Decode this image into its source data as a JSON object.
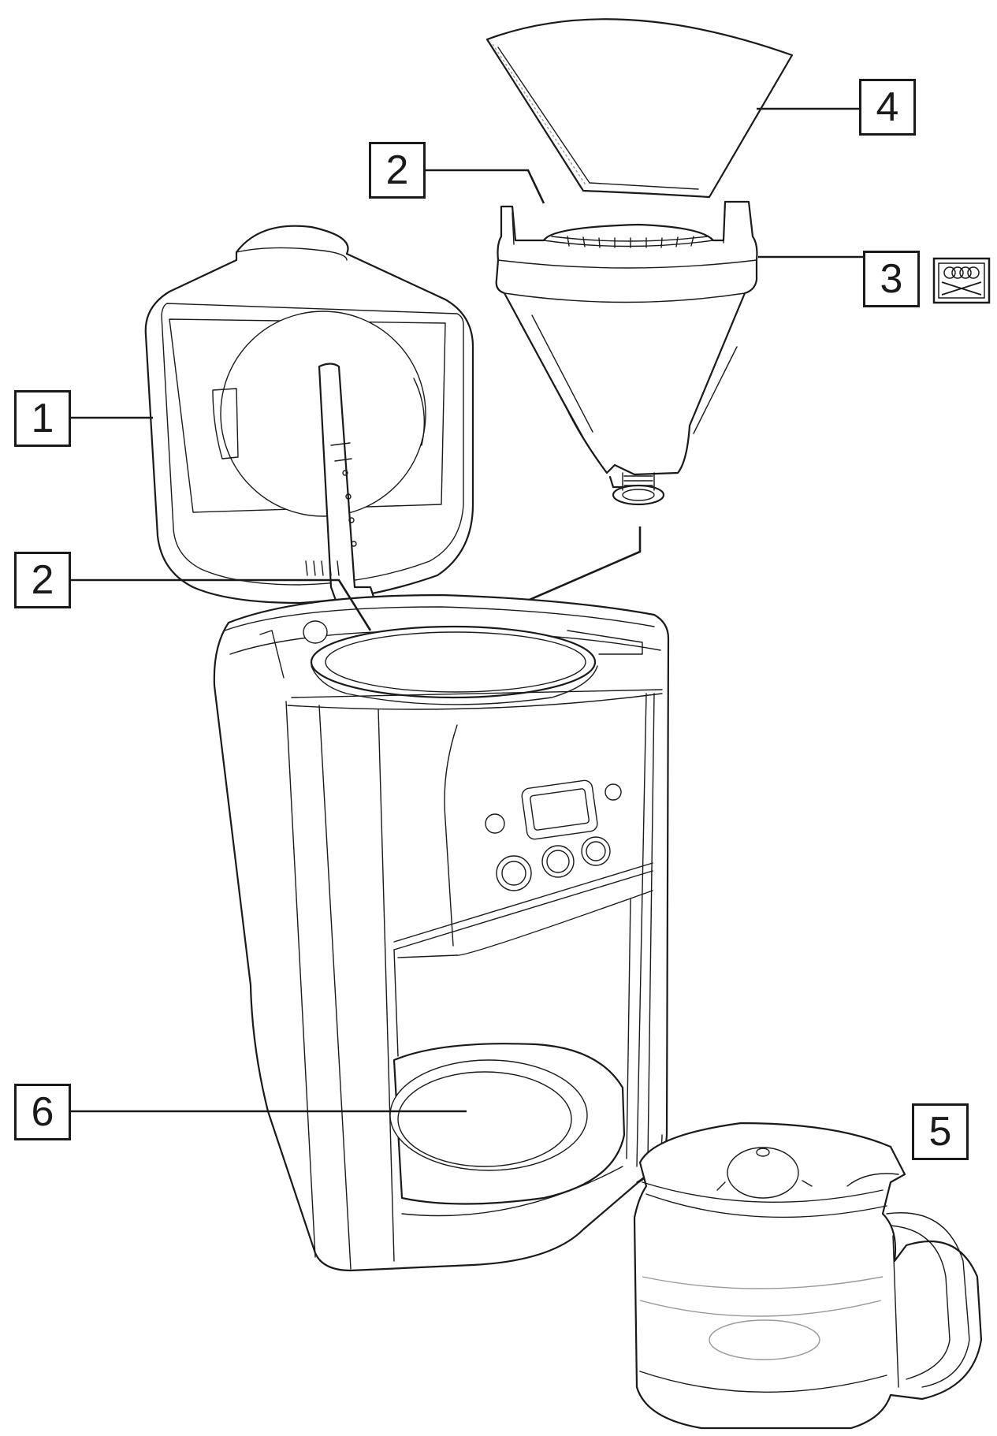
{
  "callouts": [
    {
      "id": "1",
      "label": "1"
    },
    {
      "id": "2a",
      "label": "2"
    },
    {
      "id": "2b",
      "label": "2"
    },
    {
      "id": "3",
      "label": "3"
    },
    {
      "id": "4",
      "label": "4"
    },
    {
      "id": "5",
      "label": "5"
    },
    {
      "id": "6",
      "label": "6"
    }
  ],
  "icons": {
    "dishwasher_safe": "dishwasher-safe-icon"
  },
  "colors": {
    "line": "#1a1a1a",
    "background": "#ffffff"
  }
}
